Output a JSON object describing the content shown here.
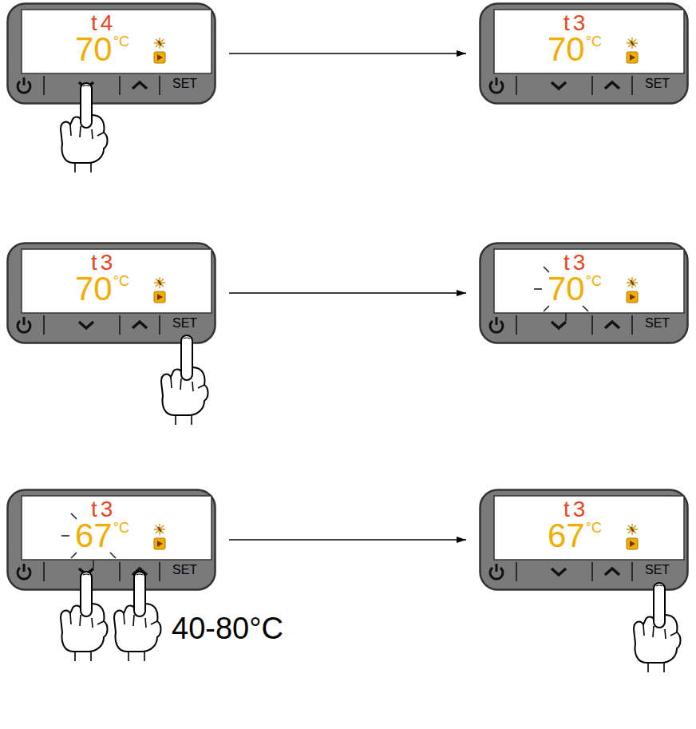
{
  "diagram": {
    "nodes": [
      {
        "text": [
          "t4",
          "70",
          "°C",
          "SET"
        ]
      },
      {
        "text": [
          "t3",
          "70",
          "°C",
          "SET"
        ]
      },
      {
        "text": [
          "t3",
          "70",
          "°C",
          "SET"
        ]
      },
      {
        "text": [
          "t3",
          "70",
          "°C",
          "SET"
        ]
      },
      {
        "text": [
          "t3",
          "67",
          "°C",
          "SET"
        ]
      },
      {
        "text": [
          "t3",
          "67",
          "°C",
          "SET"
        ]
      }
    ],
    "edges": [
      {
        "from": 0,
        "to": 1,
        "arrow": "to"
      },
      {
        "from": 2,
        "to": 3,
        "arrow": "to"
      },
      {
        "from": 4,
        "to": 5,
        "arrow": "to"
      }
    ],
    "labels": [
      "40-80°C"
    ]
  }
}
